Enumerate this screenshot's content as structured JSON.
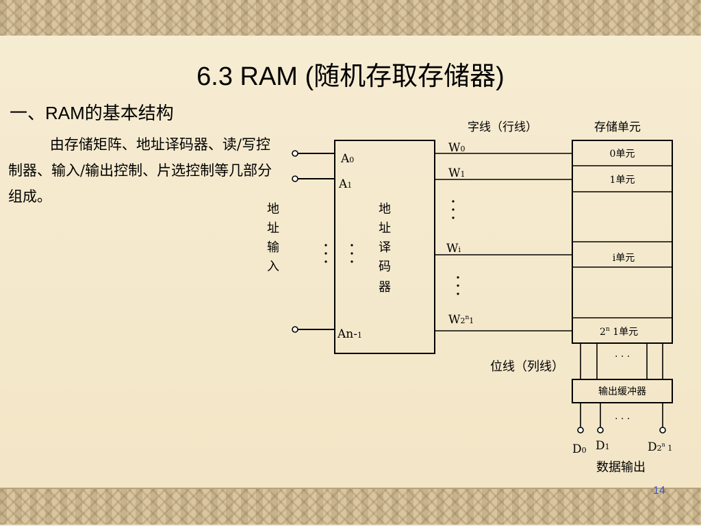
{
  "slide": {
    "title": "6.3  RAM (随机存取存储器)",
    "heading_prefix": "一、",
    "heading_latin": "RAM",
    "heading_rest": "的基本结构",
    "intro": "由存储矩阵、地址译码器、读/写控制器、输入/输出控制、片选控制等几部分组成。",
    "page_number": "14"
  },
  "diagram": {
    "address_input_chars": [
      "地",
      "址",
      "输",
      "入"
    ],
    "decoder_chars": [
      "地",
      "址",
      "译",
      "码",
      "器"
    ],
    "address_pins": [
      {
        "base": "A",
        "sub": "0"
      },
      {
        "base": "A",
        "sub": "1"
      },
      {
        "base": "An-",
        "sub": "1"
      }
    ],
    "word_lines_label": "字线（行线）",
    "word_lines": [
      {
        "base": "W",
        "sub": "0"
      },
      {
        "base": "W",
        "sub": "1"
      },
      {
        "base": "W",
        "sub": "i"
      },
      {
        "base": "W",
        "sub": "2",
        "sup": "n",
        "tail": "1"
      }
    ],
    "storage_label": "存储单元",
    "cells": [
      "0单元",
      "1单元",
      "i单元"
    ],
    "cell_last": {
      "base": "2",
      "sup": "n",
      "tail": " 1单元"
    },
    "bit_lines_label": "位线（列线）",
    "ellipsis": ". . .",
    "buffer_label": "输出缓冲器",
    "outputs": [
      {
        "base": "D",
        "sub": "0"
      },
      {
        "base": "D",
        "sub": "1"
      },
      {
        "base": "D",
        "sub": "2",
        "sup": "n",
        "tail": " 1"
      }
    ],
    "data_output_label": "数据输出"
  }
}
